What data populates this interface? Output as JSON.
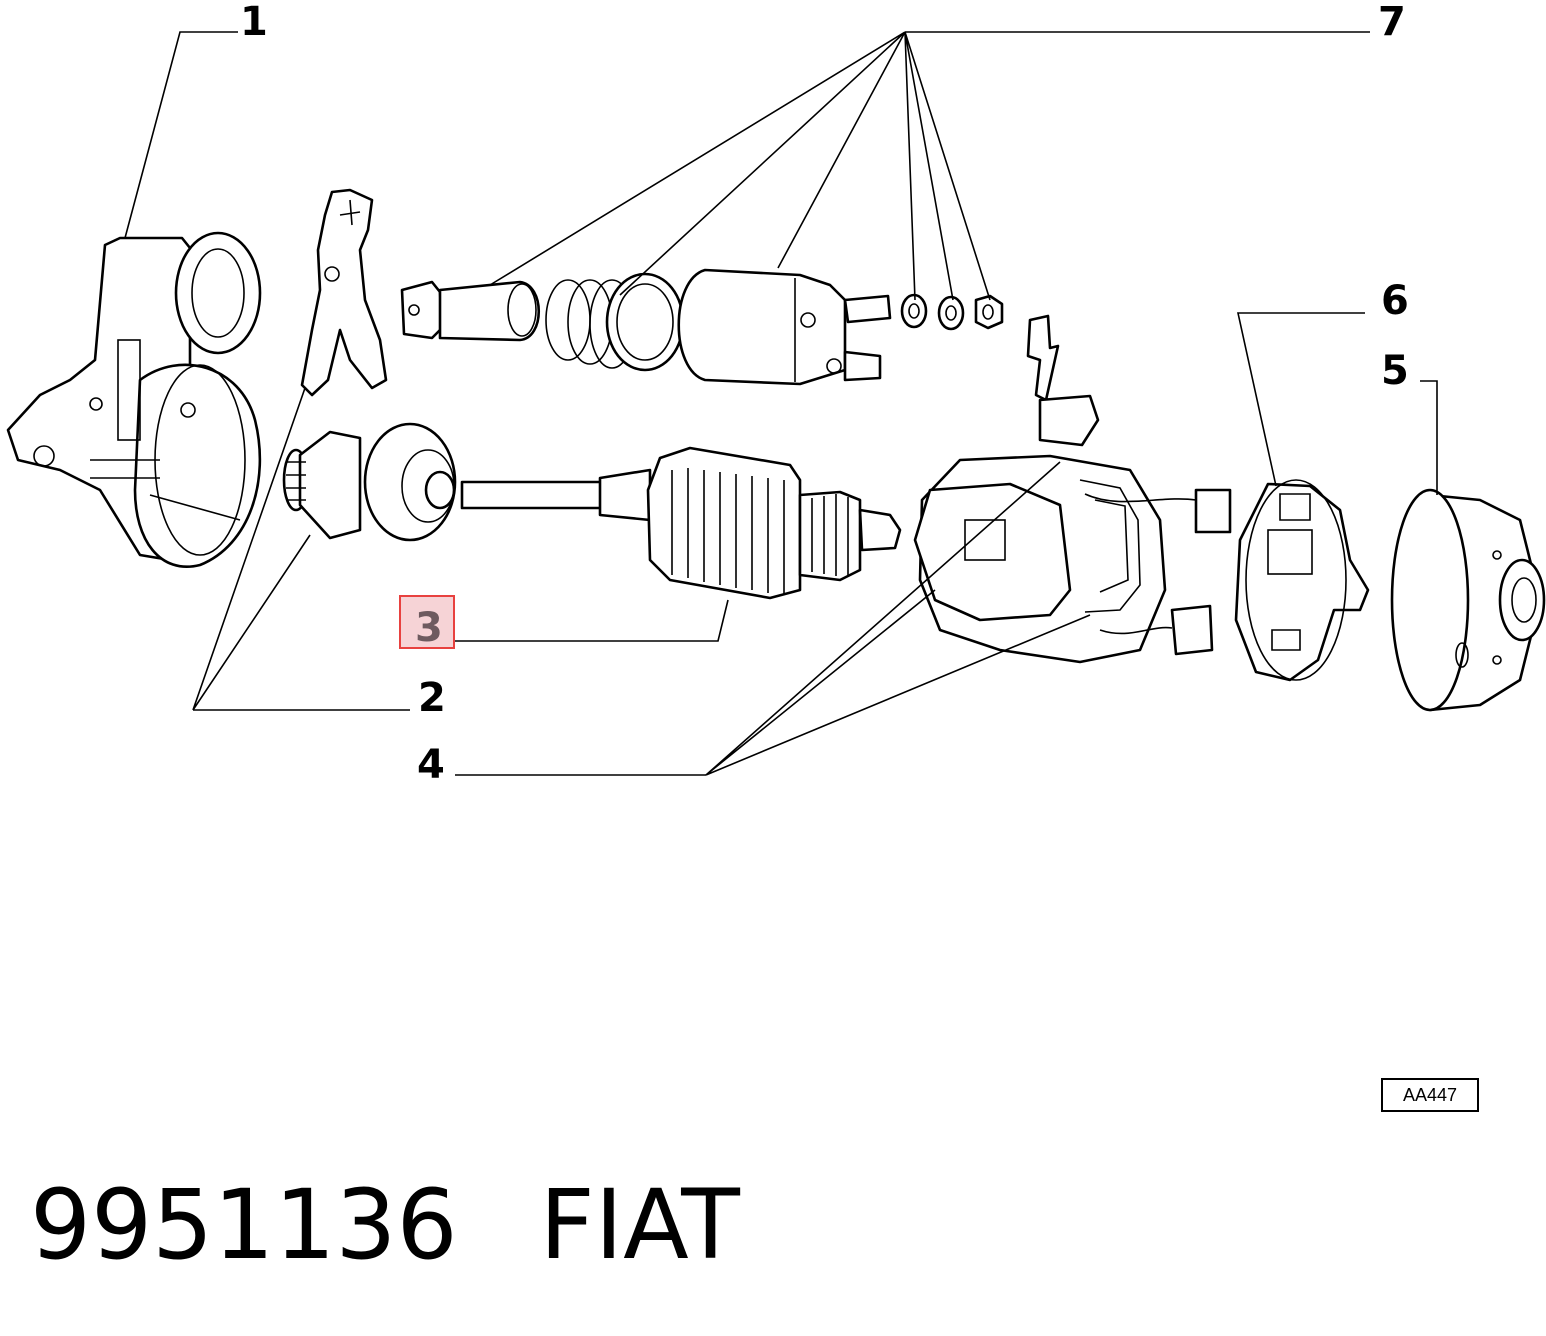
{
  "callouts": {
    "c1": "1",
    "c2": "2",
    "c3": "3",
    "c4": "4",
    "c5": "5",
    "c6": "6",
    "c7": "7"
  },
  "highlighted_callout": "3",
  "highlight_color": "#e8413f",
  "reference_code": "AA447",
  "footer": {
    "part_number": "9951136",
    "brand": "FIAT"
  }
}
